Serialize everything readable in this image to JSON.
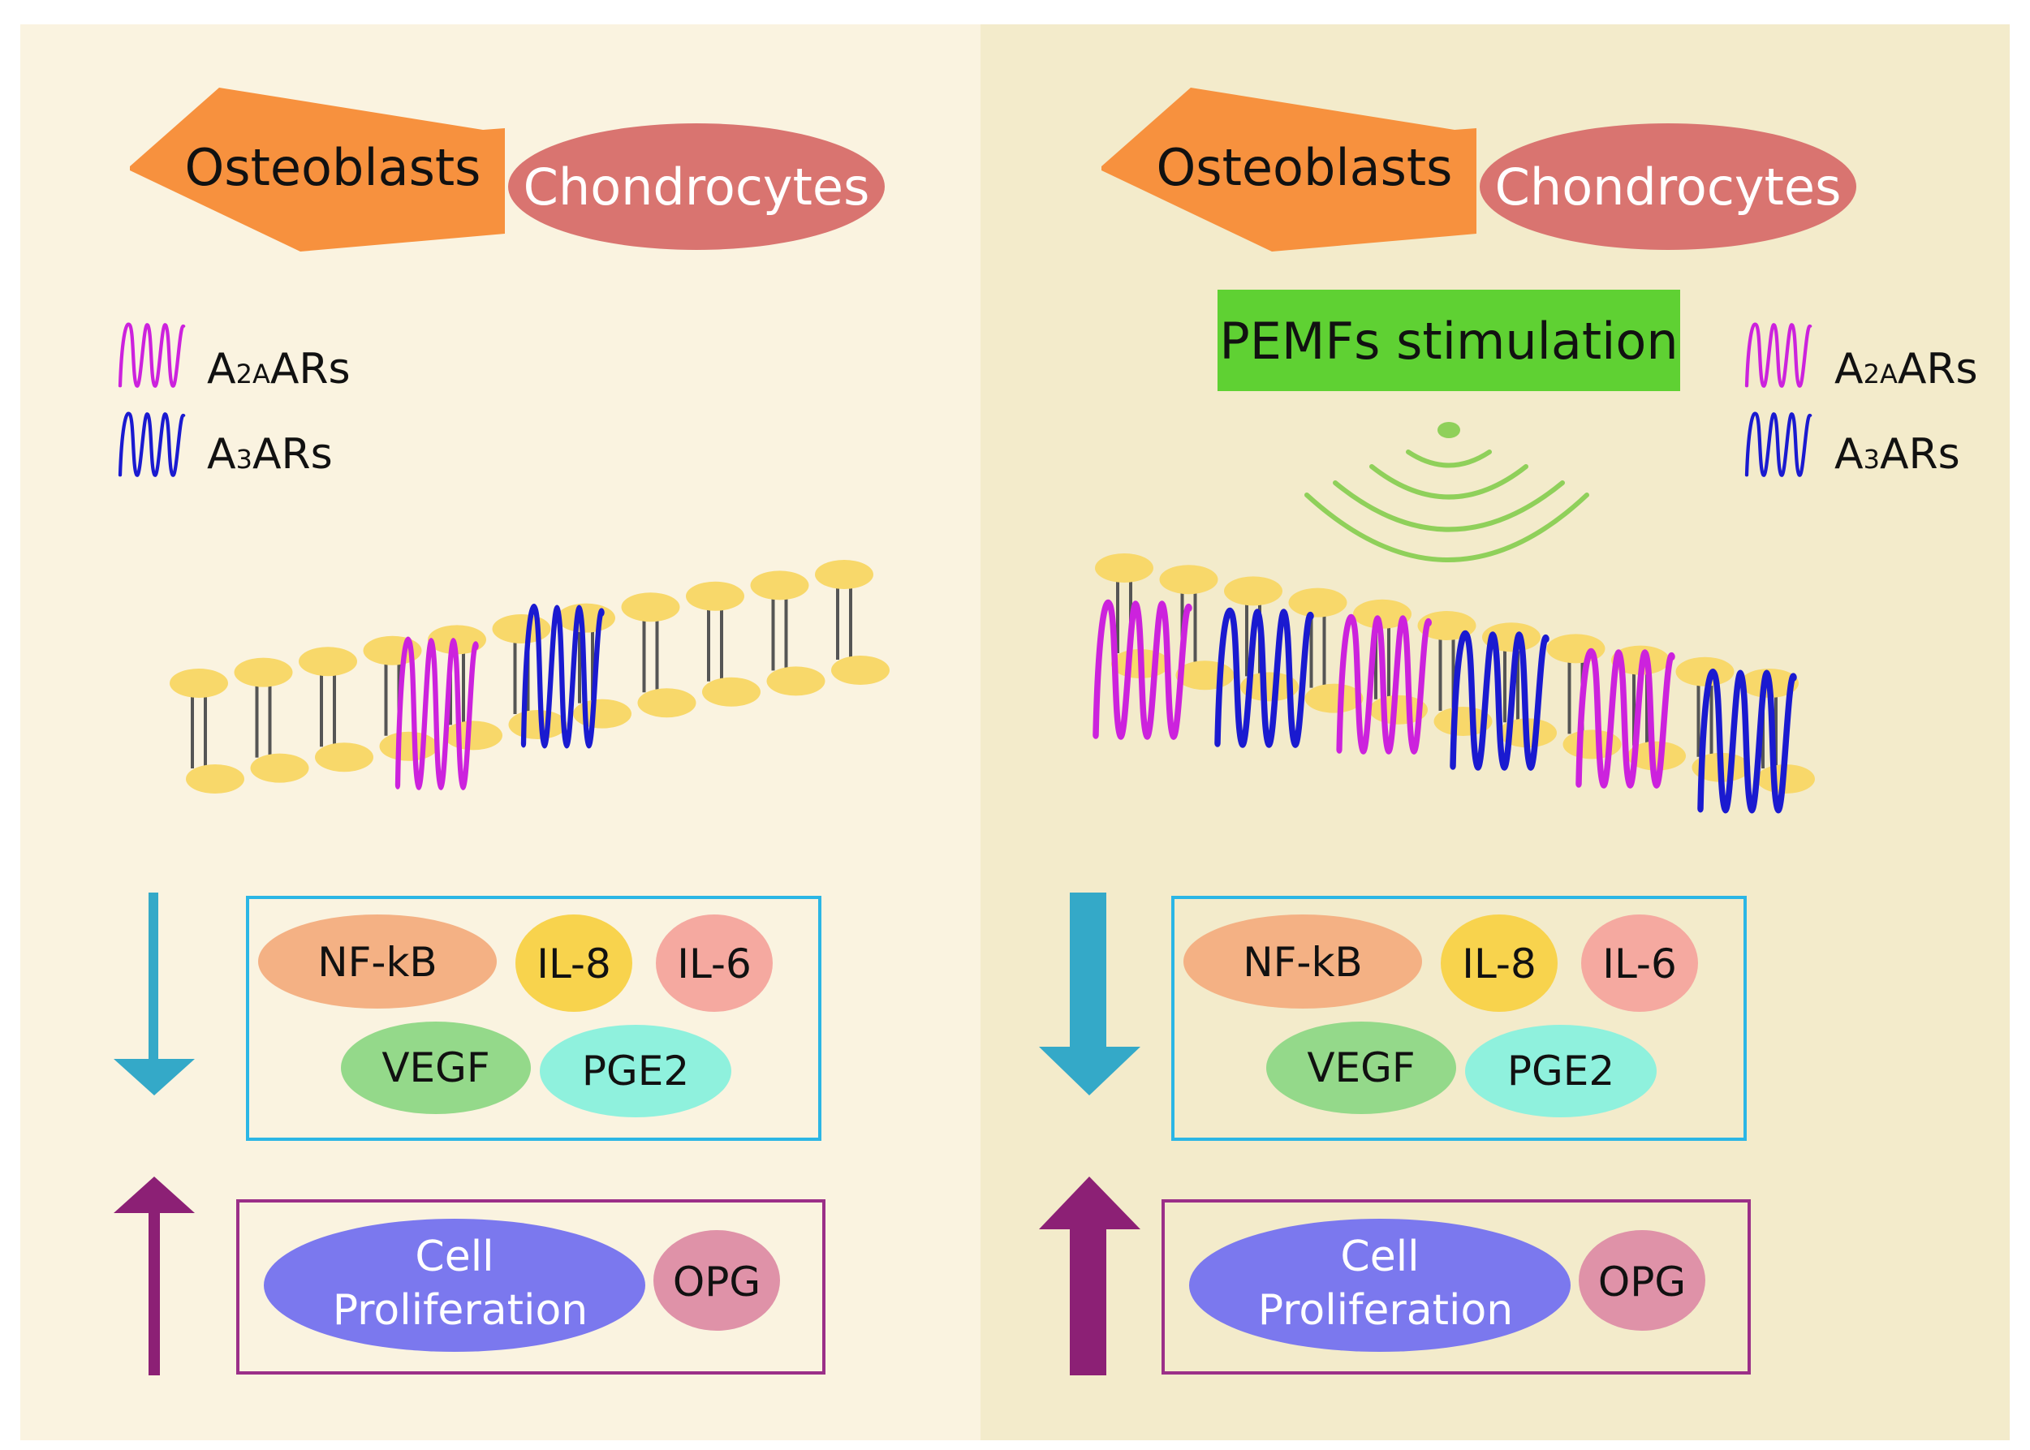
{
  "panels": [
    {
      "cells": {
        "osteoblasts": "Osteoblasts",
        "chondrocytes": "Chondrocytes"
      },
      "legend": [
        {
          "label_main": "A",
          "label_sub": "2A",
          "label_tail": "ARs",
          "color": "#cc22dd"
        },
        {
          "label_main": "A",
          "label_sub": "3",
          "label_tail": "ARs",
          "color": "#1a1ad0"
        }
      ],
      "down_box": [
        "NF-kB",
        "IL-8",
        "IL-6",
        "VEGF",
        "PGE2"
      ],
      "up_box": {
        "cell_line1": "Cell",
        "cell_line2": "Proliferation",
        "opg": "OPG"
      }
    },
    {
      "cells": {
        "osteoblasts": "Osteoblasts",
        "chondrocytes": "Chondrocytes"
      },
      "stimulus": "PEMFs stimulation",
      "legend": [
        {
          "label_main": "A",
          "label_sub": "2A",
          "label_tail": "ARs",
          "color": "#cc22dd"
        },
        {
          "label_main": "A",
          "label_sub": "3",
          "label_tail": "ARs",
          "color": "#1a1ad0"
        }
      ],
      "down_box": [
        "NF-kB",
        "IL-8",
        "IL-6",
        "VEGF",
        "PGE2"
      ],
      "up_box": {
        "cell_line1": "Cell",
        "cell_line2": "Proliferation",
        "opg": "OPG"
      }
    }
  ],
  "colors": {
    "left_bg": "#faf3e0",
    "right_bg": "#f3ebcb",
    "osteoblast": "#f7913e",
    "chondrocyte": "#d97470",
    "lipid_head": "#f8d86a",
    "lipid_tail": "#555555",
    "down_arrow": "#34a9c8",
    "up_arrow": "#8c2075",
    "pemf_box": "#5fd133",
    "pemf_wave": "#8fd05a",
    "nfkb": "#f4b184",
    "il8": "#f8d34d",
    "il6": "#f5a9a0",
    "vegf": "#94d98a",
    "pge2": "#8ff1dd",
    "cellprolif": "#7b78ee",
    "opg": "#df92a8",
    "blue_box": "#2bb6e5",
    "purple_box": "#9b2f88"
  }
}
